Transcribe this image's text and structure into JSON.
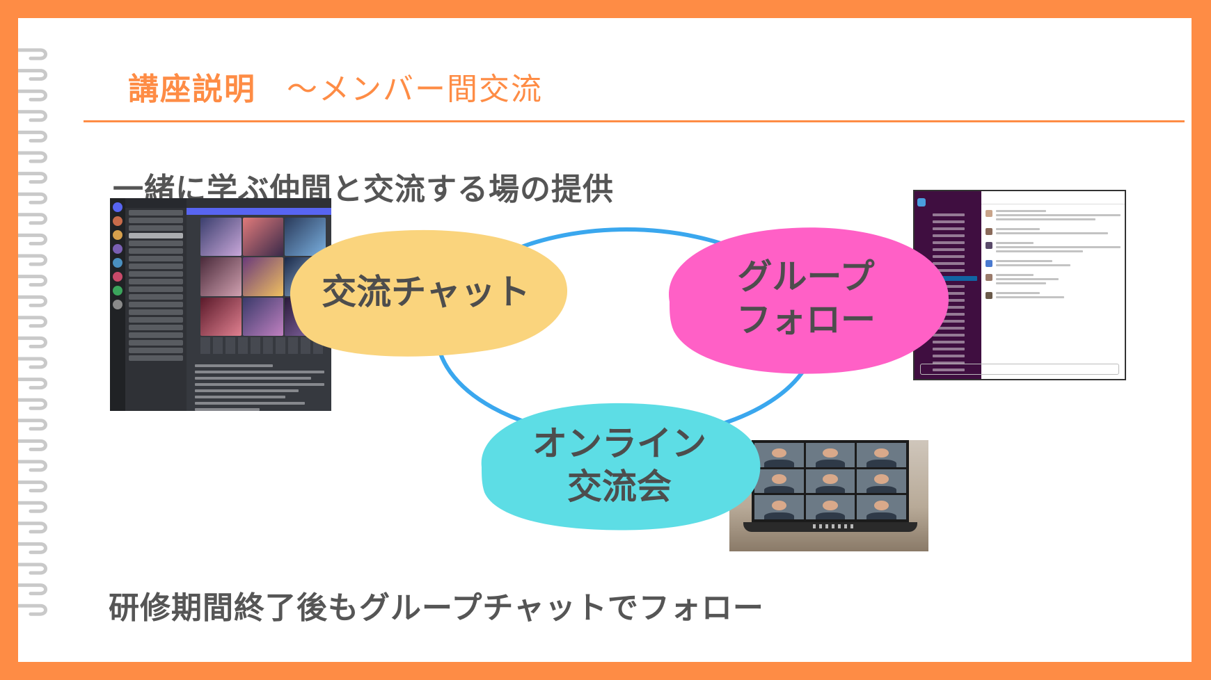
{
  "header": {
    "title_main": "講座説明",
    "title_sub": "～メンバー間交流"
  },
  "subtitle": "一緒に学ぶ仲間と交流する場の提供",
  "cycle": [
    {
      "label": "交流チャット",
      "color": "#fad47d"
    },
    {
      "label": "グループ\nフォロー",
      "color": "#ff60c6"
    },
    {
      "label": "オンライン\n交流会",
      "color": "#5ddde5"
    }
  ],
  "footer": "研修期間終了後もグループチャットでフォロー",
  "colors": {
    "frame": "#fe8c45",
    "text": "#555555",
    "cycle_line": "#3aa7ee",
    "rings": "#cccccc"
  }
}
